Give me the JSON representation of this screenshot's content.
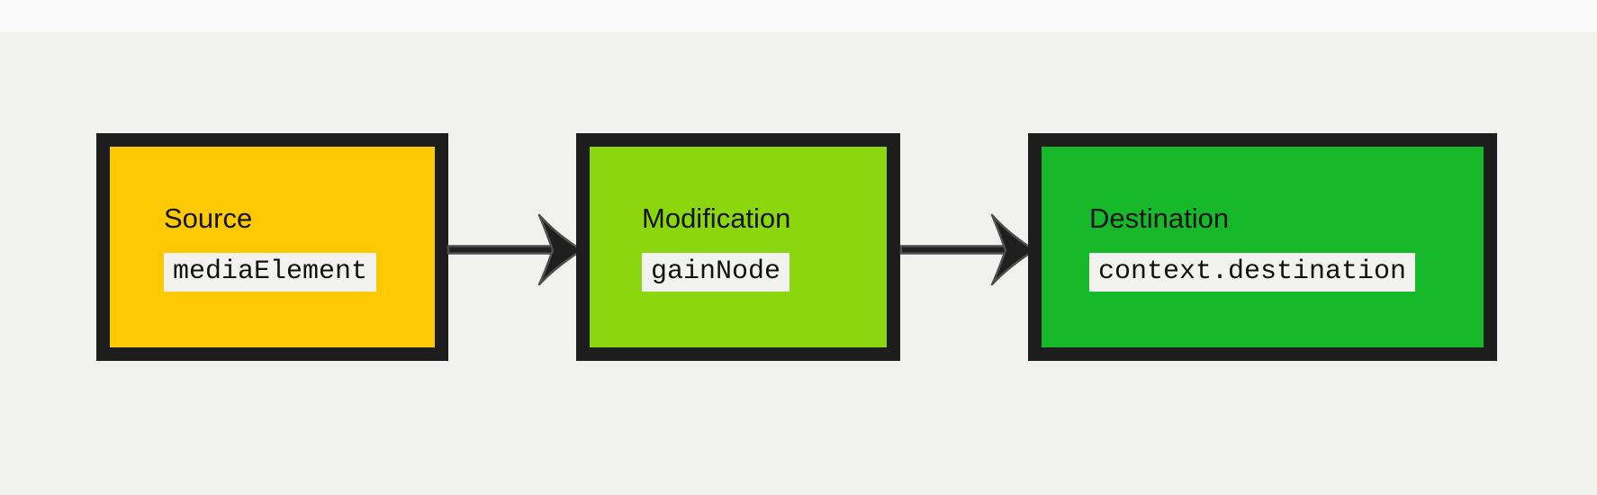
{
  "page": {
    "background_color": "#f1f1f0",
    "top_band_color": "#fafafa"
  },
  "diagram": {
    "nodes": [
      {
        "id": "source",
        "label": "Source",
        "code": "mediaElement",
        "fill": "#fdca02"
      },
      {
        "id": "modification",
        "label": "Modification",
        "code": "gainNode",
        "fill": "#8cd60f"
      },
      {
        "id": "destination",
        "label": "Destination",
        "code": "context.destination",
        "fill": "#17b82a"
      }
    ],
    "edges": [
      {
        "from": "source",
        "to": "modification"
      },
      {
        "from": "modification",
        "to": "destination"
      }
    ],
    "colors": {
      "node_border": "#1d1d1d",
      "code_badge_background": "#f2f2f0",
      "arrow_fill": "#1f1f1f",
      "arrow_outline": "#4f4f4f",
      "label_text": "#141414",
      "code_text": "#111111"
    }
  }
}
